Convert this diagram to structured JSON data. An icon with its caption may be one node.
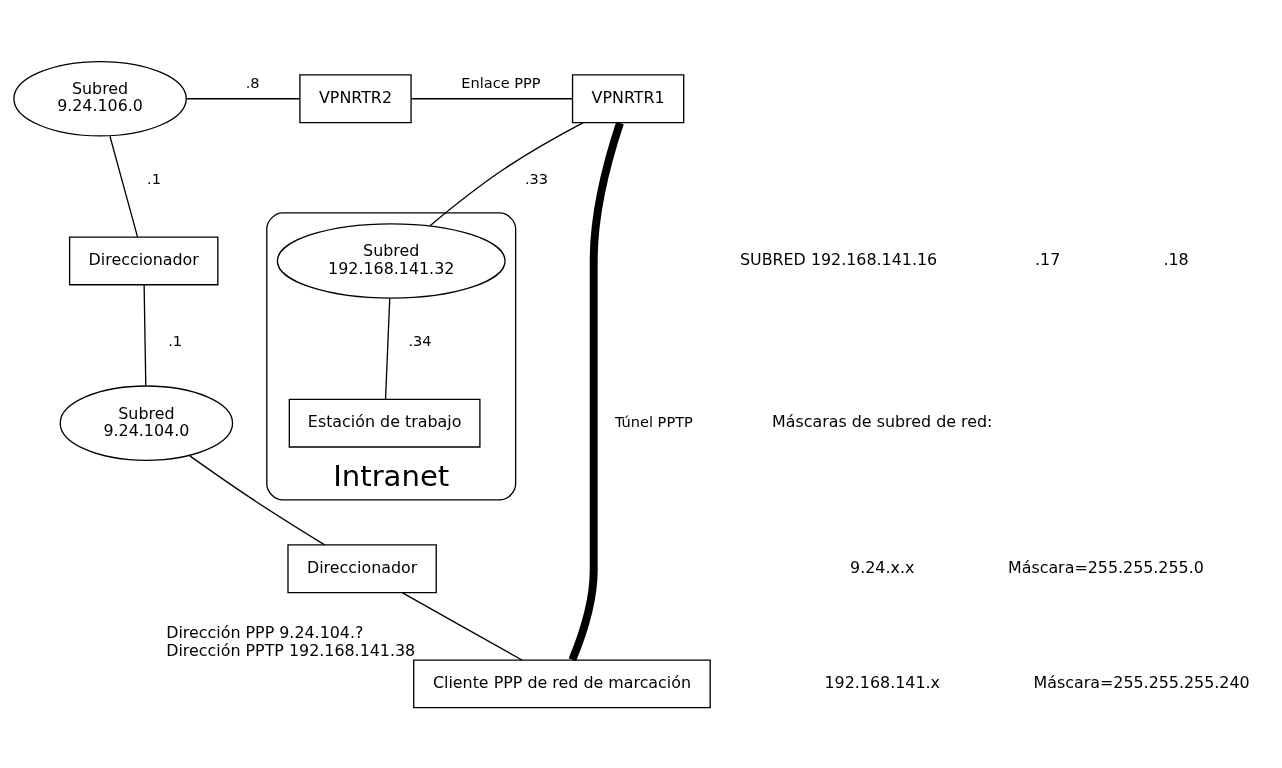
{
  "diagram": {
    "nodes": [
      {
        "text": [
          "Subred",
          "9.24.106.0"
        ]
      },
      {
        "text": [
          "VPNRTR2"
        ]
      },
      {
        "text": [
          "VPNRTR1"
        ]
      },
      {
        "text": [
          "Intranet"
        ]
      },
      {
        "text": [
          "Subred",
          "192.168.141.32"
        ],
        "in": 3
      },
      {
        "text": [
          "Estación de trabajo"
        ],
        "in": 3
      },
      {
        "text": [
          "Direccionador"
        ]
      },
      {
        "text": [
          "Subred",
          "9.24.104.0"
        ]
      },
      {
        "text": [
          "Direccionador"
        ]
      },
      {
        "text": [
          "Cliente PPP de red de marcación"
        ],
        "beside": [
          "Dirección PPP 9.24.104.?",
          "Dirección PPTP 192.168.141.38"
        ]
      }
    ],
    "edges": [
      {
        "from": 0,
        "to": 1,
        "arrow": "none",
        "label": ".8"
      },
      {
        "from": 1,
        "to": 2,
        "arrow": "none",
        "label": "Enlace PPP"
      },
      {
        "from": 2,
        "to": 4,
        "arrow": "none",
        "label": ".33"
      },
      {
        "from": 4,
        "to": 5,
        "arrow": "none",
        "label": ".34"
      },
      {
        "from": 0,
        "to": 6,
        "arrow": "none",
        "label": ".1"
      },
      {
        "from": 6,
        "to": 7,
        "arrow": "none",
        "label": ".1"
      },
      {
        "from": 7,
        "to": 8,
        "arrow": "none"
      },
      {
        "from": 8,
        "to": 9,
        "arrow": "none"
      },
      {
        "from": 2,
        "to": 9,
        "arrow": "none",
        "label": "Túnel PPTP",
        "style": "thick"
      }
    ],
    "labels": [
      "SUBRED 192.168.141.16",
      ".17",
      ".18",
      "Máscaras de subred de red:",
      "9.24.x.x",
      "Máscara=255.255.255.0",
      "192.168.141.x",
      "Máscara=255.255.255.240"
    ]
  }
}
